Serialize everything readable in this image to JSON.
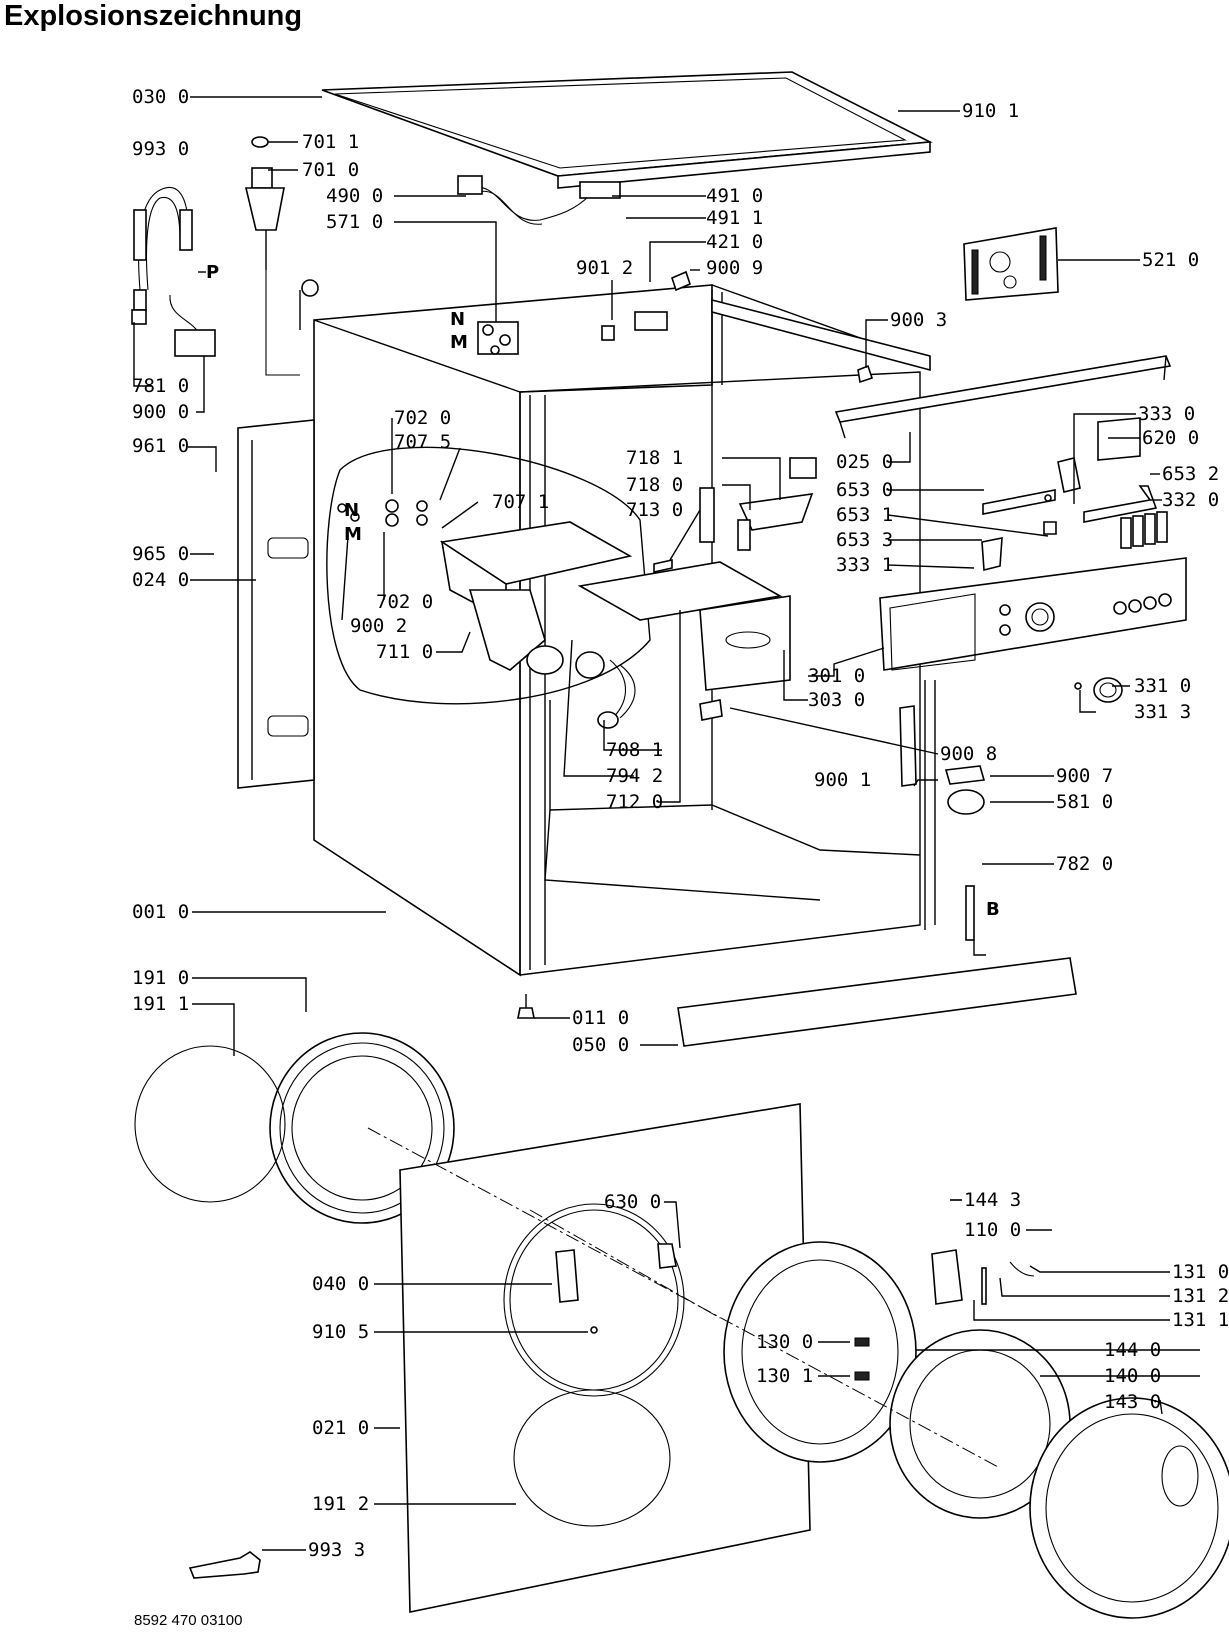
{
  "title": "Explosionszeichnung",
  "document_number": "8592 470 03100",
  "part_labels": [
    "030 0",
    "910 1",
    "993 0",
    "701 1",
    "701 0",
    "490 0",
    "491 0",
    "571 0",
    "491 1",
    "421 0",
    "521 0",
    "901 2",
    "900 9",
    "P",
    "N",
    "M",
    "900 3",
    "781 0",
    "900 0",
    "333 0",
    "702 0",
    "707 5",
    "620 0",
    "961 0",
    "718 1",
    "653 2",
    "707 1",
    "025 0",
    "718 0",
    "653 0",
    "332 0",
    "713 0",
    "653 1",
    "N",
    "M",
    "653 3",
    "965 0",
    "333 1",
    "024 0",
    "702 0",
    "900 2",
    "711 0",
    "301 0",
    "331 0",
    "331 3",
    "303 0",
    "708 1",
    "900 8",
    "794 2",
    "900 1",
    "900 7",
    "712 0",
    "581 0",
    "782 0",
    "001 0",
    "B",
    "191 0",
    "191 1",
    "011 0",
    "050 0",
    "630 0",
    "144 3",
    "110 0",
    "040 0",
    "131 0",
    "131 2",
    "131 1",
    "910 5",
    "130 0",
    "144 0",
    "130 1",
    "140 0",
    "143 0",
    "021 0",
    "191 2",
    "993 3"
  ]
}
